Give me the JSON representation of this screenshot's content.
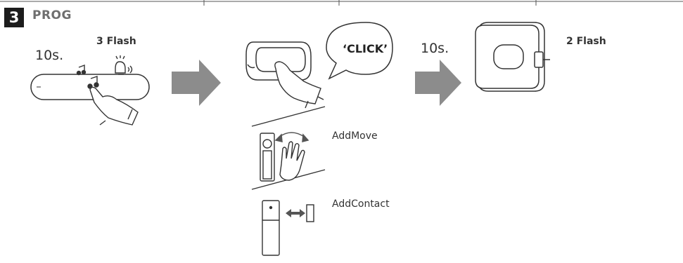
{
  "step": {
    "number": "3",
    "title": "PROG"
  },
  "left_panel": {
    "flash_label": "3 Flash",
    "timer_label": "10s."
  },
  "middle_panel": {
    "speech_text": "‘CLICK’"
  },
  "right_panel": {
    "timer_label": "10s.",
    "flash_label": "2 Flash"
  },
  "options": [
    {
      "label": "AddMove"
    },
    {
      "label": "AddContact"
    }
  ],
  "colors": {
    "arrow": "#8c8c8c",
    "badge": "#1c1c1c",
    "line": "#333333"
  },
  "icons": [
    "music-note-icon",
    "bell-speaker-icon",
    "hand-pointer-icon",
    "arrow-right-icon"
  ]
}
